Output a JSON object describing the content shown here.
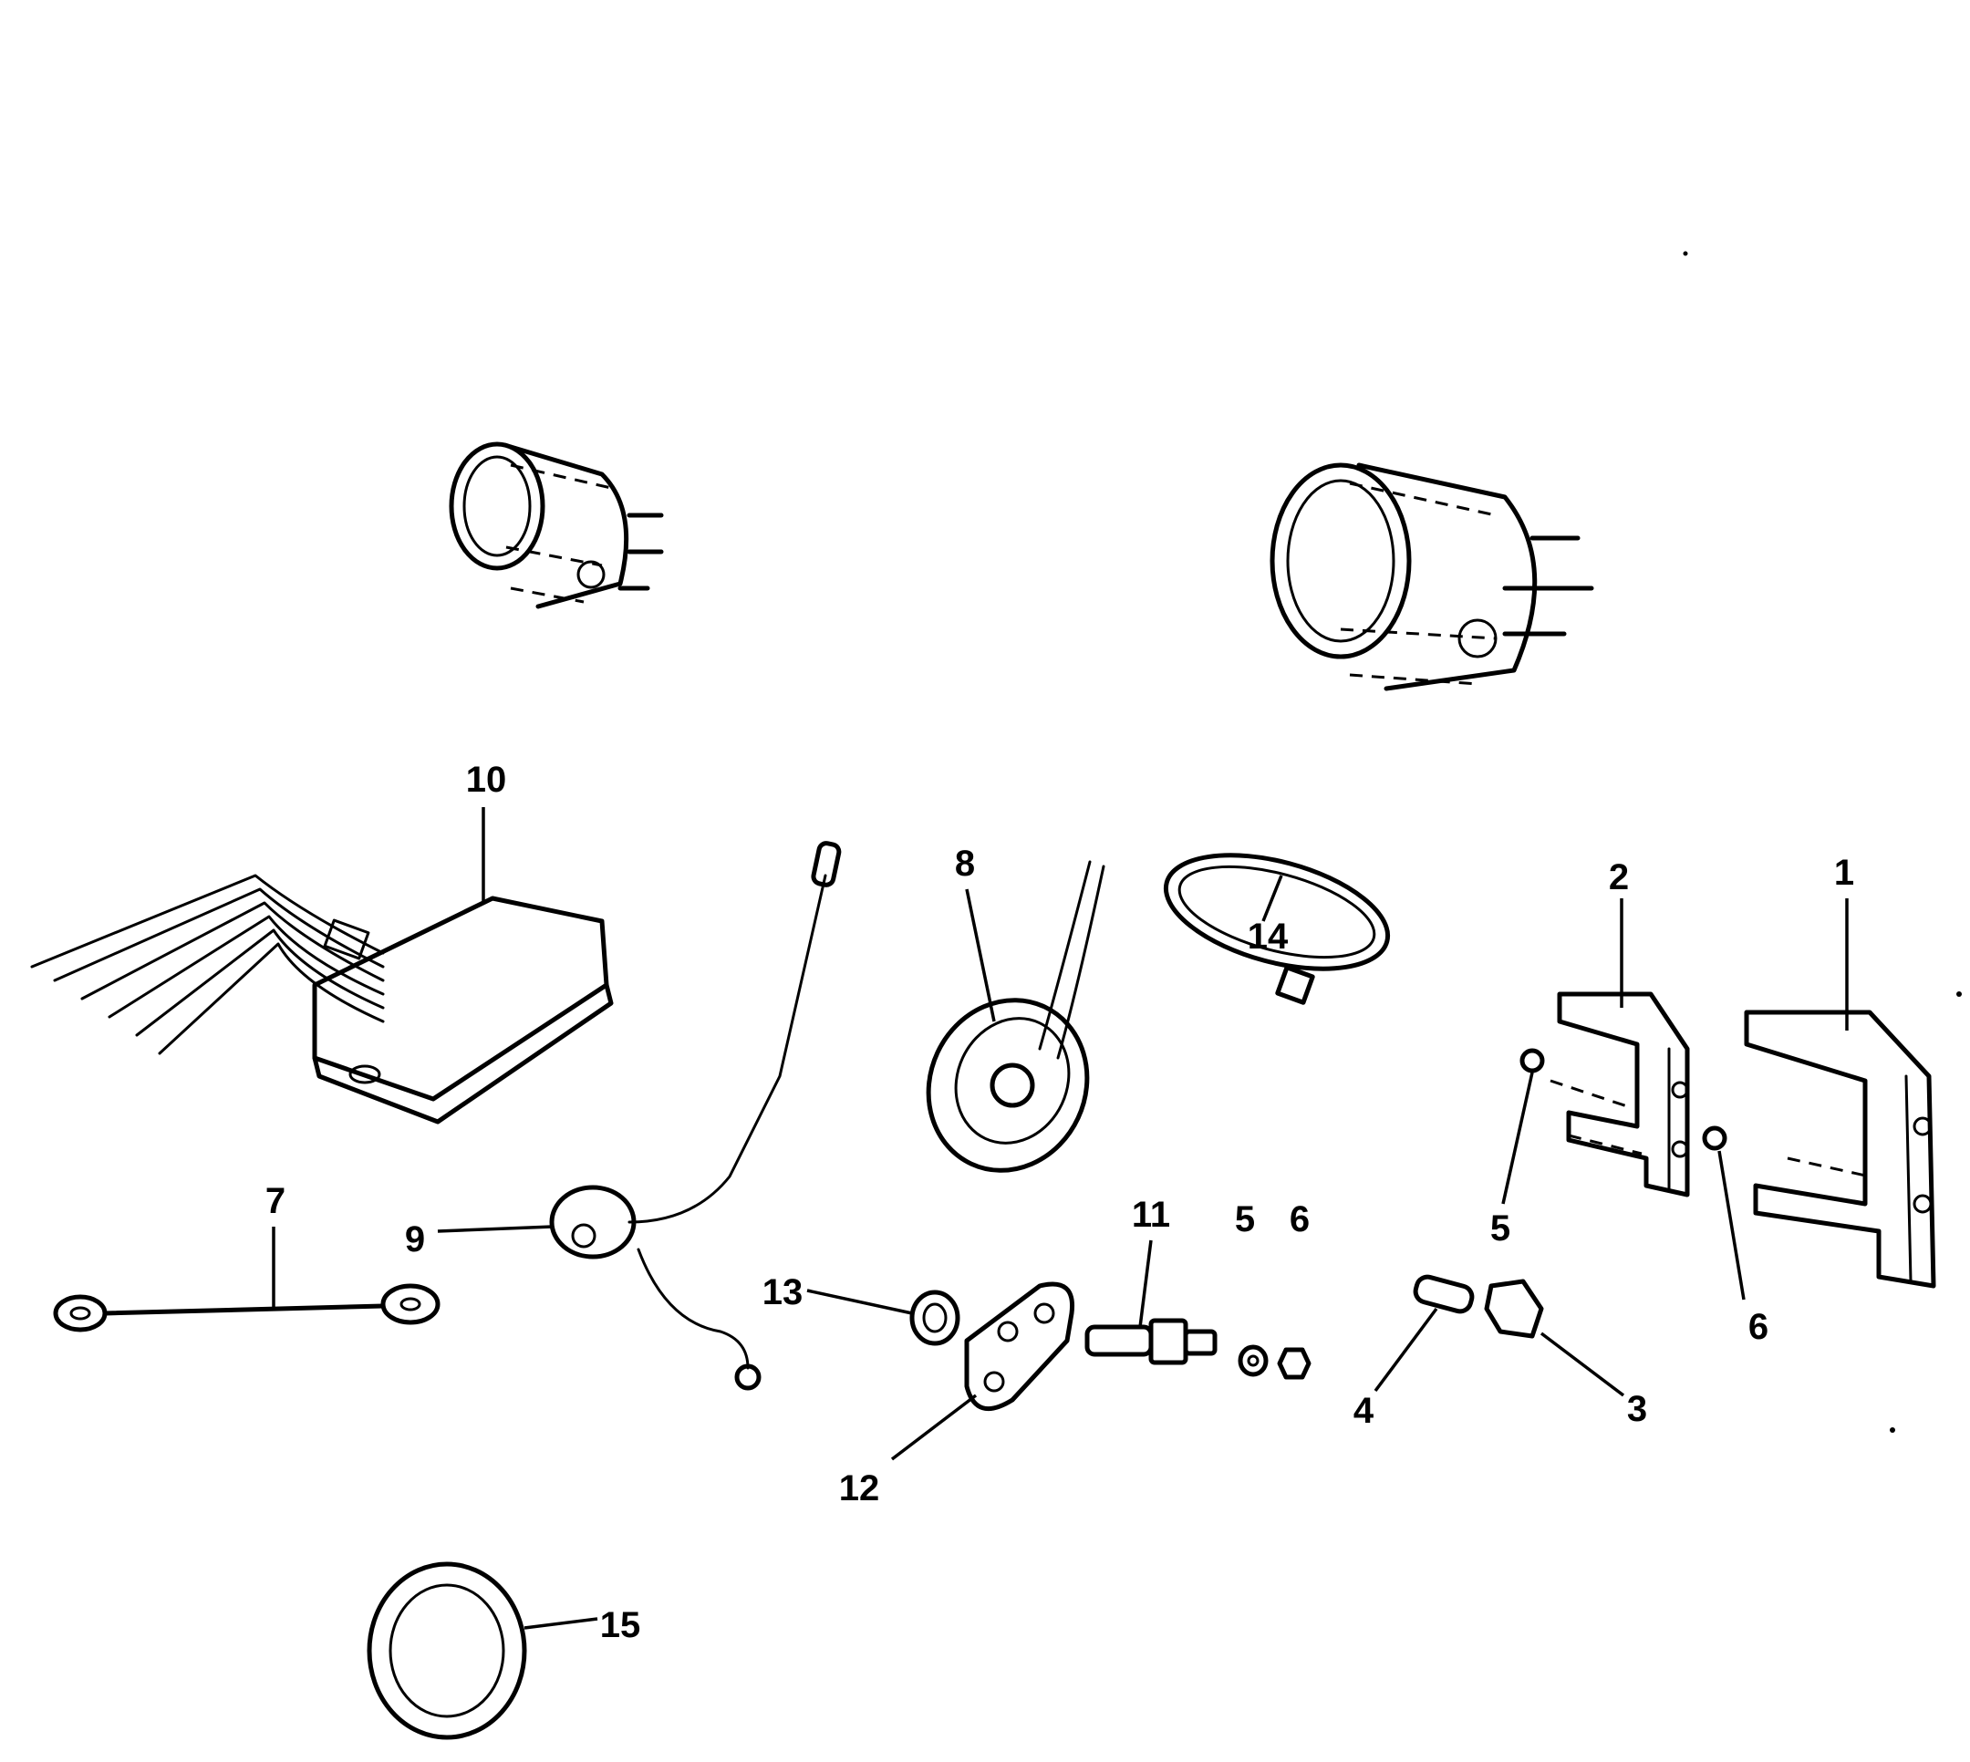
{
  "diagram": {
    "callouts": [
      {
        "id": "c1",
        "label": "1"
      },
      {
        "id": "c2",
        "label": "2"
      },
      {
        "id": "c3",
        "label": "3"
      },
      {
        "id": "c4",
        "label": "4"
      },
      {
        "id": "c5a",
        "label": "5"
      },
      {
        "id": "c5b",
        "label": "5"
      },
      {
        "id": "c6a",
        "label": "6"
      },
      {
        "id": "c6b",
        "label": "6"
      },
      {
        "id": "c7",
        "label": "7"
      },
      {
        "id": "c8",
        "label": "8"
      },
      {
        "id": "c9",
        "label": "9"
      },
      {
        "id": "c10",
        "label": "10"
      },
      {
        "id": "c11",
        "label": "11"
      },
      {
        "id": "c12",
        "label": "12"
      },
      {
        "id": "c13",
        "label": "13"
      },
      {
        "id": "c14",
        "label": "14"
      },
      {
        "id": "c15",
        "label": "15"
      }
    ]
  }
}
